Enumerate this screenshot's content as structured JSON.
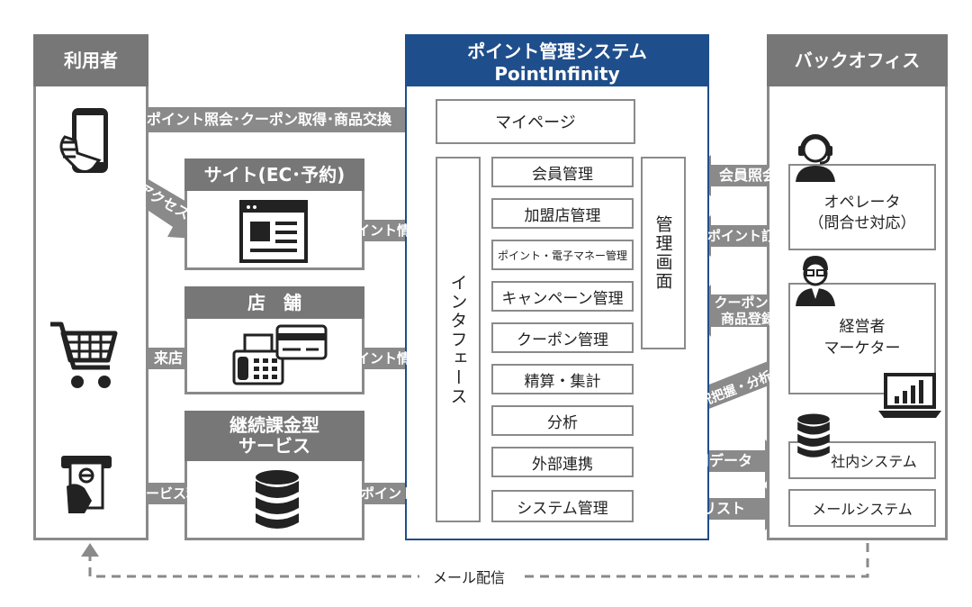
{
  "user_panel": {
    "title": "利用者"
  },
  "system_panel": {
    "title": "ポイント管理システム",
    "subtitle": "PointInfinity"
  },
  "back_panel": {
    "title": "バックオフィス"
  },
  "channels": {
    "site": {
      "title": "サイト(EC･予約)"
    },
    "store": {
      "title": "店　舗"
    },
    "subscription": {
      "title": "継続課金型\nサービス"
    }
  },
  "system": {
    "mypage": "マイページ",
    "interface": "インタフェース",
    "admin_screen": "管理画面",
    "modules": [
      "会員管理",
      "加盟店管理",
      "ポイント・電子マネー管理",
      "キャンペーン管理",
      "クーポン管理",
      "精算・集計",
      "分析",
      "外部連携",
      "システム管理"
    ]
  },
  "backoffice": {
    "operator": "オペレータ\n（問合せ対応）",
    "manager": "経営者\nマーケター",
    "internal_system": "社内システム",
    "mail_system": "メールシステム"
  },
  "arrows": {
    "point_inquiry": "ポイント照会･クーポン取得･商品交換",
    "access": "アクセス",
    "visit": "来店",
    "service_use": "サービス利用",
    "point_info_site": "ポイント情報",
    "point_info_store": "ポイント情報",
    "fee_point": "料金ポイント",
    "member_inquiry": "会員照会",
    "point_correction": "ポイント訂正",
    "coupon_registration": "クーポン・\n商品登録",
    "operation_analysis": "運用状況把握・分析",
    "accounting_data": "経理用データ",
    "delivery_list": "配信リスト",
    "mail_delivery": "メール配信"
  },
  "icons": [
    "smartphone-icon",
    "shopping-cart-icon",
    "card-payment-icon",
    "web-page-icon",
    "fax-machine-icon",
    "credit-card-icon",
    "database-icon",
    "operator-headset-icon",
    "manager-person-icon",
    "laptop-chart-icon"
  ]
}
